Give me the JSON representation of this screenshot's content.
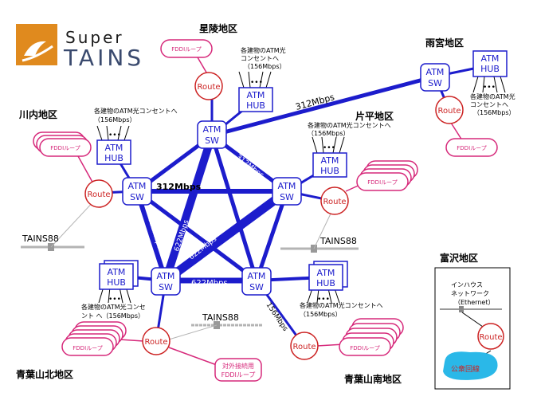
{
  "logo": {
    "super": "Super",
    "tains": "TAINS",
    "colors": {
      "super": "#1a1a1a",
      "tains": "#3a4a6e",
      "mark": "#e08a1e"
    }
  },
  "colors": {
    "backbone": "#1c1ccc",
    "router": "#cc2222",
    "fddi": "#d6287a",
    "tains": "#b4b4b4",
    "hub": "#1c1ccc",
    "public": "#2ab8e8",
    "text": "#000000"
  },
  "areas": {
    "seiryo": "星陵地区",
    "amamiya": "雨宮地区",
    "kawauchi": "川内地区",
    "katahira": "片平地区",
    "aobayama_north": "青葉山北地区",
    "aobayama_south": "青葉山南地区",
    "tomisawa": "富沢地区"
  },
  "nodes": {
    "atm_sw": [
      "ATM",
      "SW"
    ],
    "atm_hub": [
      "ATM",
      "HUB"
    ],
    "router": "Route",
    "router_tomisawa": "Route"
  },
  "links": {
    "l312_amamiya": "312Mbps",
    "l312_kawauchi": "312Mbps",
    "l312_katahira": "312Mbps",
    "l622_a": "622Mbps",
    "l622_b": "622Mbps",
    "l622_c": "622Mbps",
    "l622_bottom": "622Mbps",
    "l156": "156Mbps"
  },
  "hub_notes": {
    "seiryo": [
      "各建物のATM光",
      "コンセントへ",
      "（156Mbps）"
    ],
    "amamiya": [
      "各建物のATM光",
      "コンセントへ",
      "（156Mbps）"
    ],
    "kawauchi": [
      "各建物のATM光コンセントへ",
      "（156Mbps）"
    ],
    "katahira": [
      "各建物のATM光コンセントへ",
      "（156Mbps）"
    ],
    "north": [
      "各建物のATM光コンセ",
      "ント へ（156Mbps）"
    ],
    "south": [
      "各建物のATM光コンセントへ",
      "（156Mbps）"
    ]
  },
  "fddi_label": "FDDIループ",
  "tains88": "TAINS88",
  "external_fddi": [
    "対外接続用",
    "FDDIループ"
  ],
  "tomisawa": {
    "lan": [
      "インハウス",
      "ネットワーク",
      "（Ethernet）"
    ],
    "public_line": "公衆回線"
  }
}
